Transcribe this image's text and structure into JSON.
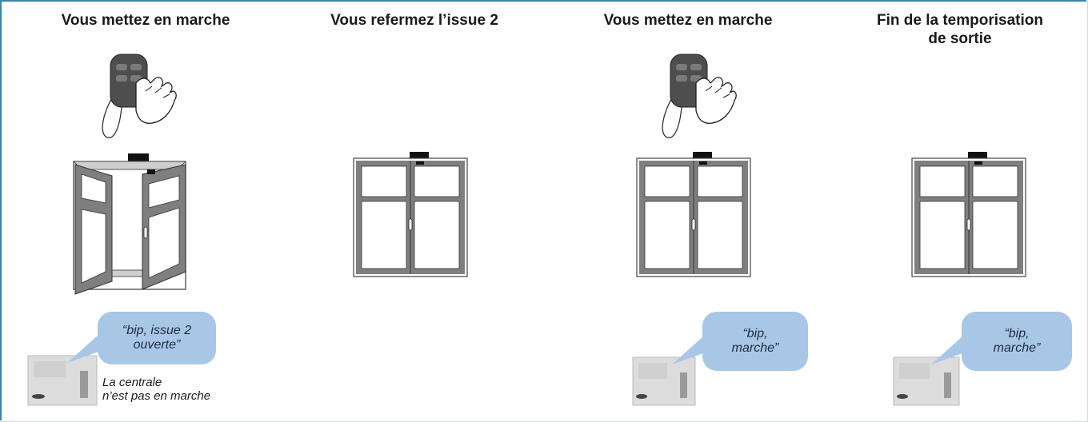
{
  "steps": [
    {
      "title": "Vous mettez en marche",
      "window": "open",
      "remote": true,
      "speech": "“bip, issue 2\nouverte”",
      "note": "La centrale\nn’est pas en marche"
    },
    {
      "title": "Vous refermez l’issue 2",
      "window": "closed",
      "remote": false
    },
    {
      "title": "Vous mettez en marche",
      "window": "closed",
      "remote": true,
      "speech": "“bip,\nmarche”"
    },
    {
      "title": "Fin de la temporisation\nde sortie",
      "window": "closed",
      "remote": false,
      "speech": "“bip,\nmarche”"
    }
  ],
  "colors": {
    "frame_border": "#3a84a8",
    "speech_bubble": "#a8c7e6",
    "window_frame": "#7f7f7f",
    "sensor": "#111111"
  }
}
